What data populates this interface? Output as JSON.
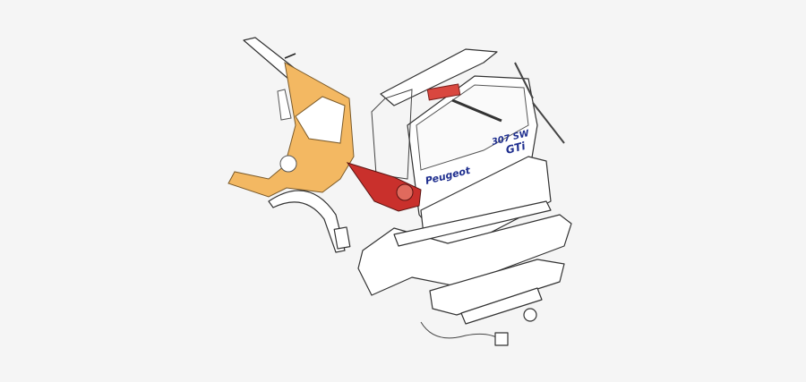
{
  "illustration": {
    "badges": {
      "brand": "Peugeot",
      "model": "307 SW",
      "trim": "GTi"
    },
    "colors": {
      "background": "#f5f5f5",
      "quarter_panel": "#f3b862",
      "tail_light": "#c9302c",
      "brake_light": "#d9473f",
      "badge_text": "#1f2f8f",
      "line_art": "#333333"
    }
  }
}
